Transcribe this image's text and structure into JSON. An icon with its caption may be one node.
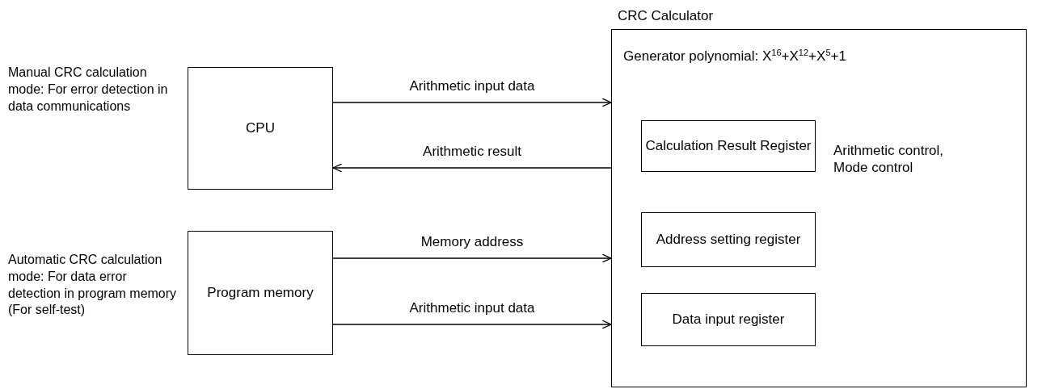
{
  "diagram": {
    "nodes": [
      {
        "text": [
          "CPU"
        ]
      },
      {
        "text": [
          "Program memory"
        ]
      },
      {
        "text": [
          "CRC Calculator",
          "Generator polynomial: X$^{16}$+X$^{12}$+X$^{5}$+1",
          "Arithmetic control, Mode control"
        ]
      },
      {
        "text": [
          "Calculation Result Register"
        ],
        "in": 2
      },
      {
        "text": [
          "Address setting register"
        ],
        "in": 2
      },
      {
        "text": [
          "Data input register"
        ],
        "in": 2
      }
    ],
    "edges": [
      {
        "from": 0,
        "to": 2,
        "arrow": "to",
        "label": "Arithmetic input data"
      },
      {
        "from": 2,
        "to": 0,
        "arrow": "to",
        "label": "Arithmetic result"
      },
      {
        "from": 1,
        "to": 2,
        "arrow": "to",
        "label": "Memory address"
      },
      {
        "from": 1,
        "to": 2,
        "arrow": "to",
        "label": "Arithmetic input data"
      }
    ],
    "labels": [
      "Manual CRC calculation mode: For error detection in data communications",
      "Automatic CRC calculation mode: For data error detection in program memory (For self-test)"
    ]
  }
}
